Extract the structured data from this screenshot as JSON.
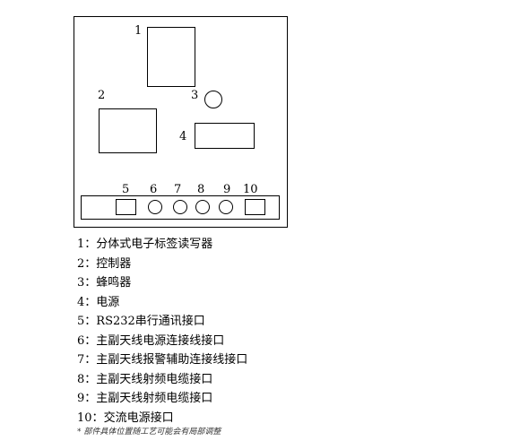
{
  "diagram": {
    "labels": {
      "n1": "1",
      "n2": "2",
      "n3": "3",
      "n4": "4",
      "n5": "5",
      "n6": "6",
      "n7": "7",
      "n8": "8",
      "n9": "9",
      "n10": "10"
    }
  },
  "legend": [
    {
      "num": "1",
      "sep": "：",
      "text": "分体式电子标签读写器"
    },
    {
      "num": "2",
      "sep": "：",
      "text": "控制器"
    },
    {
      "num": "3",
      "sep": "：",
      "text": "蜂鸣器"
    },
    {
      "num": "4",
      "sep": "：",
      "text": "电源"
    },
    {
      "num": "5",
      "sep": "：",
      "text": "RS232串行通讯接口"
    },
    {
      "num": "6",
      "sep": "：",
      "text": "主副天线电源连接线接口"
    },
    {
      "num": "7",
      "sep": "：",
      "text": "主副天线报警辅助连接线接口"
    },
    {
      "num": "8",
      "sep": "：",
      "text": "主副天线射频电缆接口"
    },
    {
      "num": "9",
      "sep": "：",
      "text": "主副天线射频电缆接口"
    },
    {
      "num": "10",
      "sep": "：",
      "text": "交流电源接口"
    }
  ],
  "note": "* 部件具体位置随工艺可能会有局部调整"
}
